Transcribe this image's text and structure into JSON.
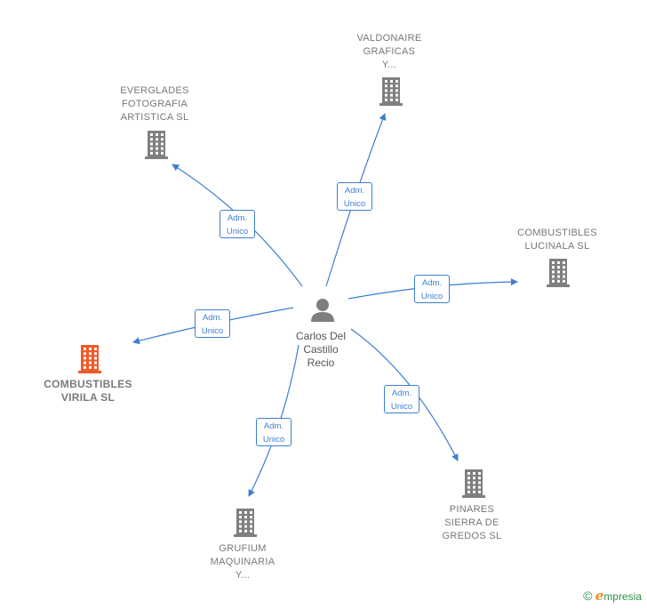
{
  "center": {
    "label": "Carlos Del\nCastillo\nRecio",
    "icon": "person-icon"
  },
  "companies": [
    {
      "id": "everglades",
      "label": "EVERGLADES\nFOTOGRAFIA\nARTISTICA  SL",
      "color": "#7f7f7f"
    },
    {
      "id": "valdonaire",
      "label": "VALDONAIRE\nGRAFICAS\nY...",
      "color": "#7f7f7f"
    },
    {
      "id": "lucinala",
      "label": "COMBUSTIBLES\nLUCINALA  SL",
      "color": "#7f7f7f"
    },
    {
      "id": "virila",
      "label": "COMBUSTIBLES\nVIRILA  SL",
      "color": "#f05a28"
    },
    {
      "id": "grufium",
      "label": "GRUFIUM\nMAQUINARIA\nY...",
      "color": "#7f7f7f"
    },
    {
      "id": "pinares",
      "label": "PINARES\nSIERRA DE\nGREDOS  SL",
      "color": "#7f7f7f"
    }
  ],
  "edges": [
    {
      "to": "everglades",
      "label": "Adm.\nUnico"
    },
    {
      "to": "valdonaire",
      "label": "Adm.\nUnico"
    },
    {
      "to": "lucinala",
      "label": "Adm.\nUnico"
    },
    {
      "to": "virila",
      "label": "Adm.\nUnico"
    },
    {
      "to": "grufium",
      "label": "Adm.\nUnico"
    },
    {
      "to": "pinares",
      "label": "Adm.\nUnico"
    }
  ],
  "colors": {
    "edge": "#3d7fd0",
    "building": "#7f7f7f",
    "highlight": "#f05a28",
    "person": "#7f7f7f"
  },
  "footer": {
    "copyright": "©",
    "brand_initial": "e",
    "brand_rest": "mpresia"
  }
}
